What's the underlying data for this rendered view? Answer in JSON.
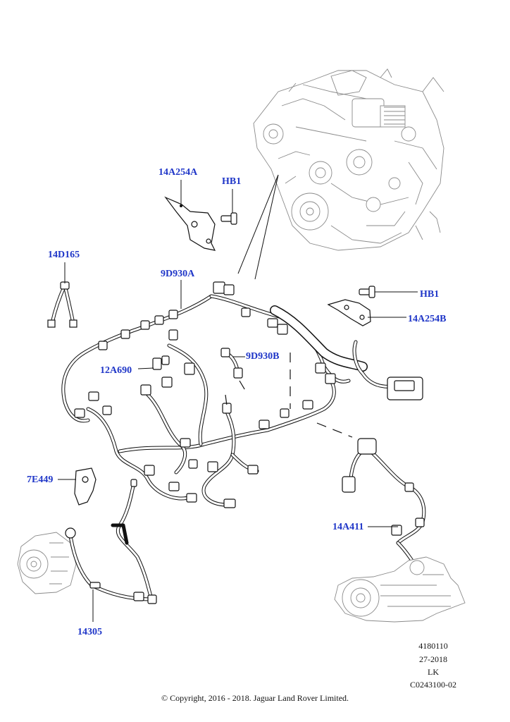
{
  "labels": {
    "l14A254A": "14A254A",
    "lHB1_top": "HB1",
    "l14D165": "14D165",
    "l9D930A": "9D930A",
    "lHB1_right": "HB1",
    "l14A254B": "14A254B",
    "l9D930B": "9D930B",
    "l12A690": "12A690",
    "l7E449": "7E449",
    "l14A411": "14A411",
    "l14305": "14305"
  },
  "meta": {
    "ref": "4180110",
    "date": "27-2018",
    "initials": "LK",
    "code": "C0243100-02"
  },
  "copyright": "© Copyright, 2016 - 2018. Jaguar Land Rover Limited.",
  "colors": {
    "label": "#1f36c8",
    "line": "#111111",
    "ghost": "#8a8a8a"
  }
}
